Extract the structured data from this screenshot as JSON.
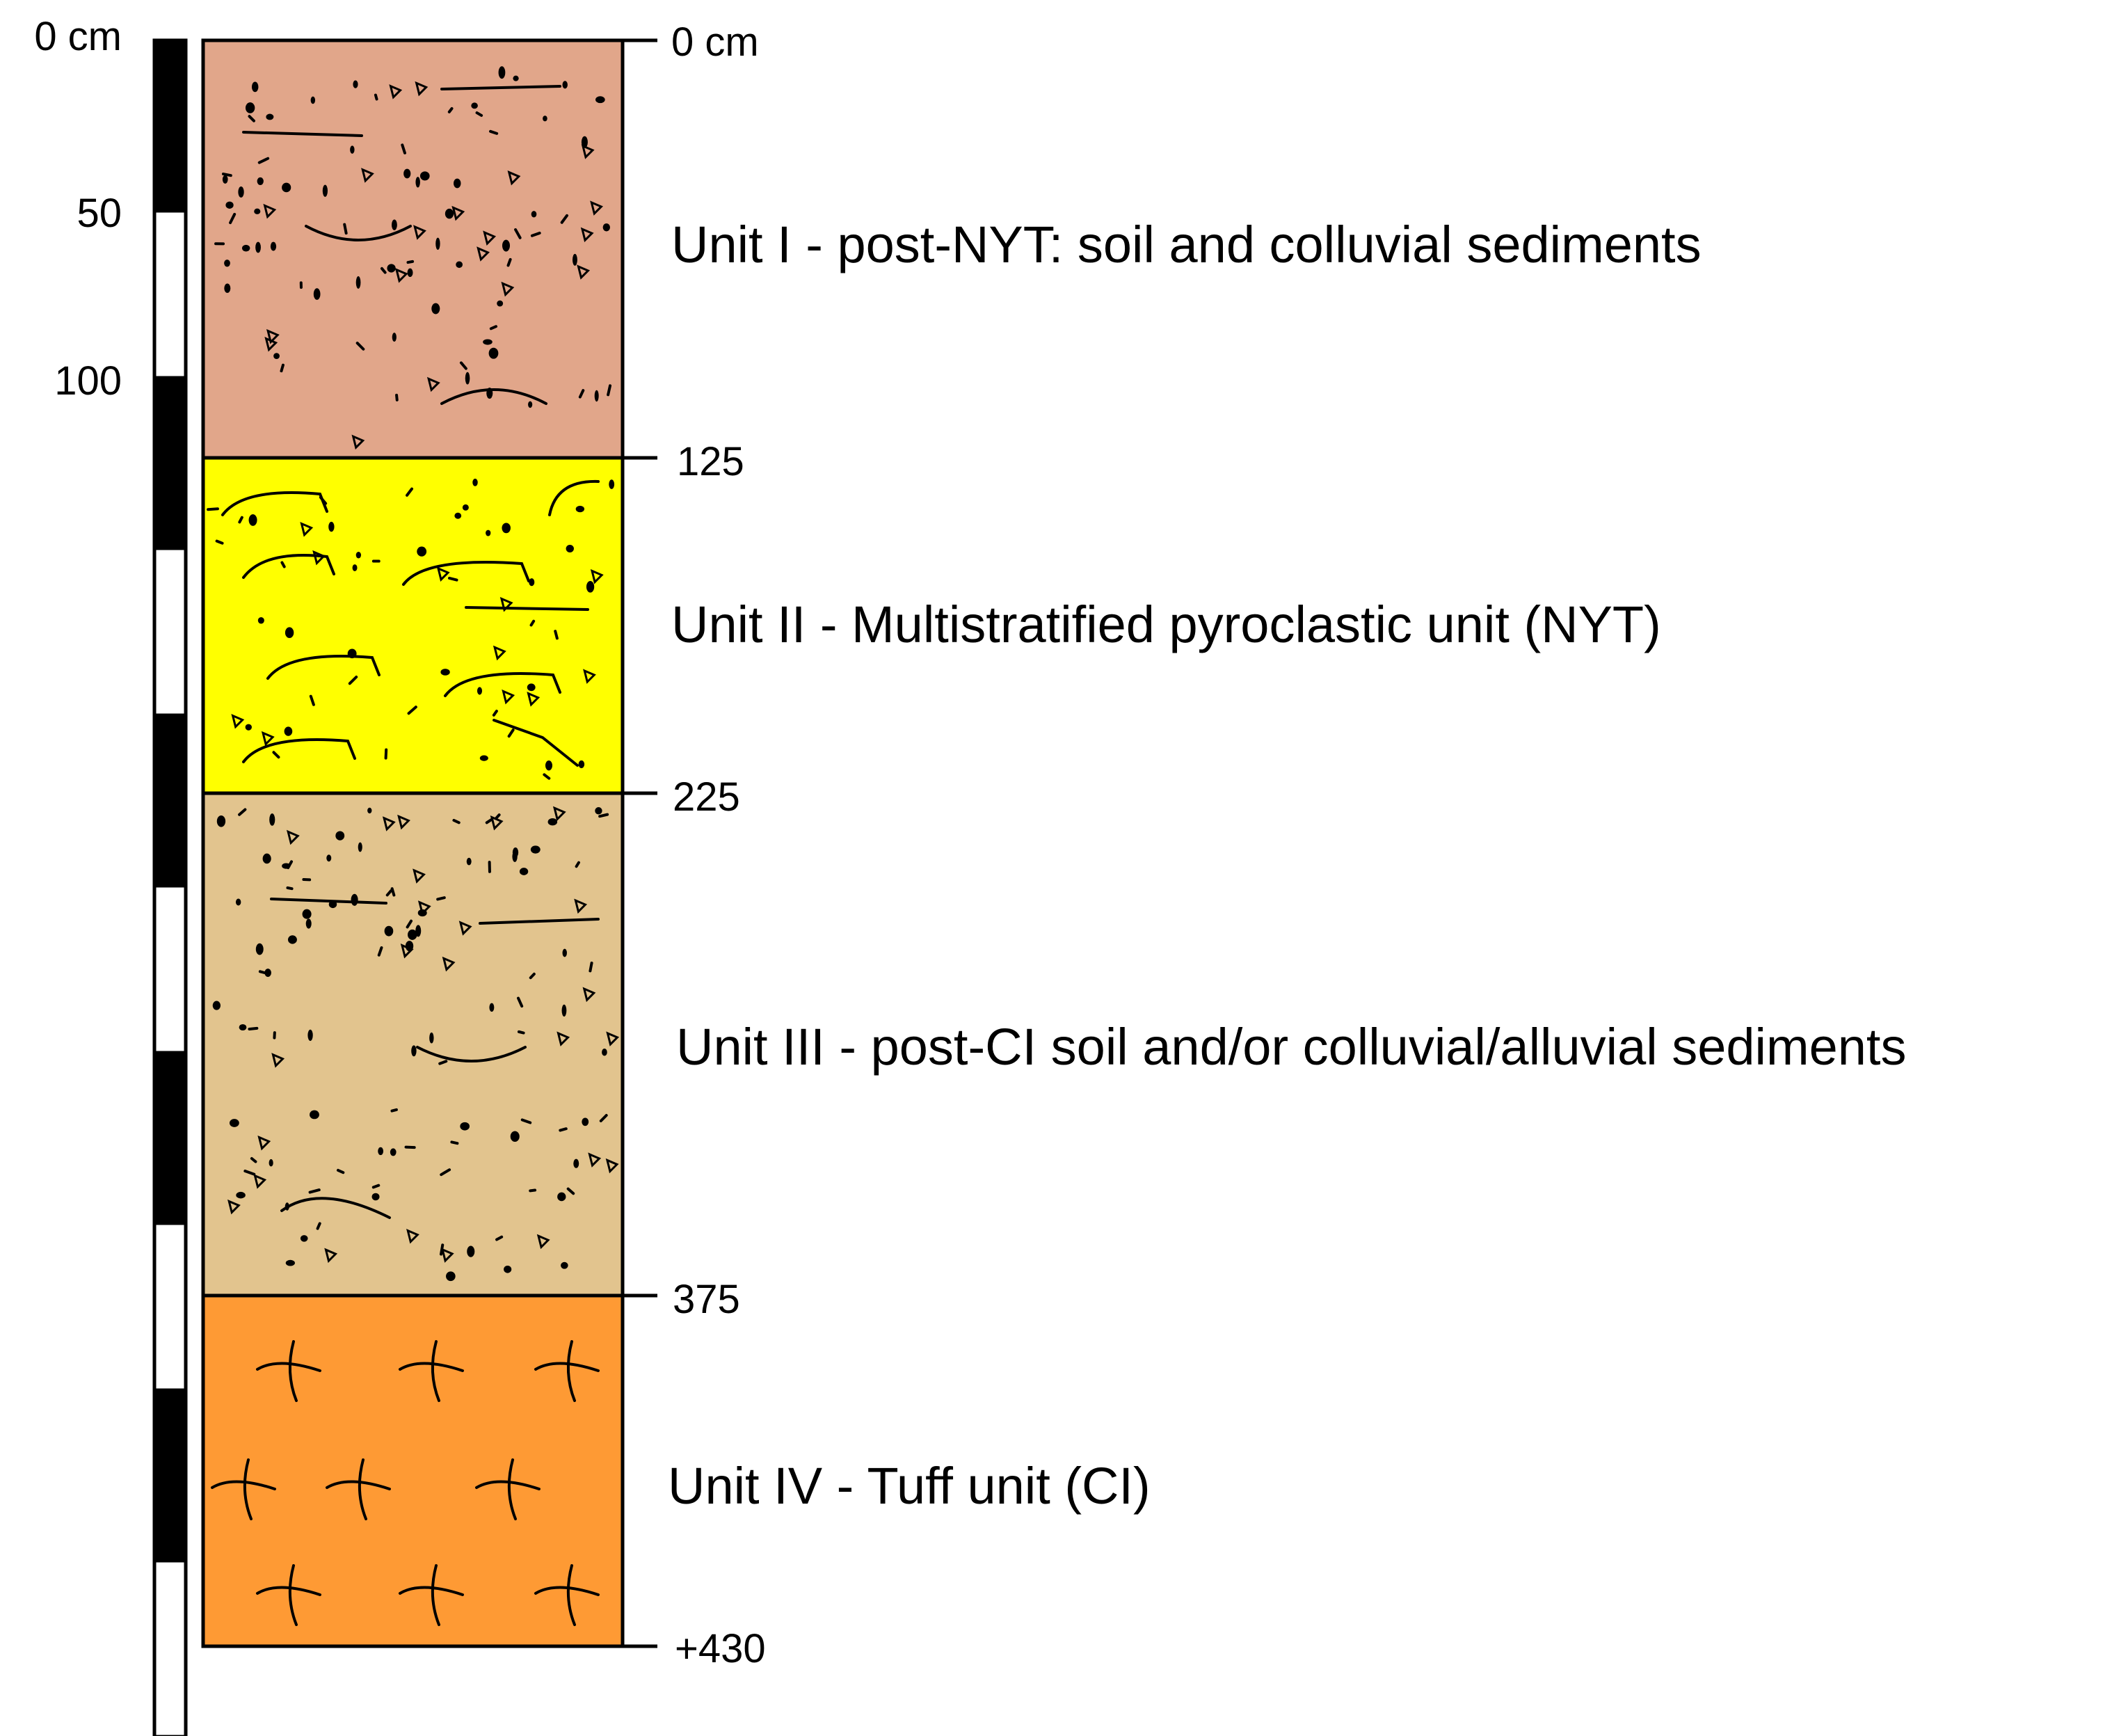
{
  "scale_bar": {
    "labels": [
      "0 cm",
      "50",
      "100"
    ],
    "segment_cm": 50
  },
  "depth_markers": [
    "0 cm",
    "125",
    "225",
    "375",
    "+430"
  ],
  "units": [
    {
      "id": "unit-1",
      "description": "Unit I - post-NYT: soil and colluvial sediments",
      "top_cm": 0,
      "bottom_cm": 125,
      "color": "#e1a68a",
      "pattern": "gravel-with-lenses"
    },
    {
      "id": "unit-2",
      "description": "Unit II - Multistratified pyroclastic unit (NYT)",
      "top_cm": 125,
      "bottom_cm": 225,
      "color": "#ffff00",
      "pattern": "cross-bedded-pyroclastic"
    },
    {
      "id": "unit-3",
      "description": "Unit III - post-CI soil and/or colluvial/alluvial sediments",
      "top_cm": 225,
      "bottom_cm": 375,
      "color": "#e2c48e",
      "pattern": "gravel-with-lenses"
    },
    {
      "id": "unit-4",
      "description": "Unit IV - Tuff unit (CI)",
      "top_cm": 375,
      "bottom_cm": 430,
      "color": "#fe9a34",
      "pattern": "tuff-cross-symbols"
    }
  ]
}
